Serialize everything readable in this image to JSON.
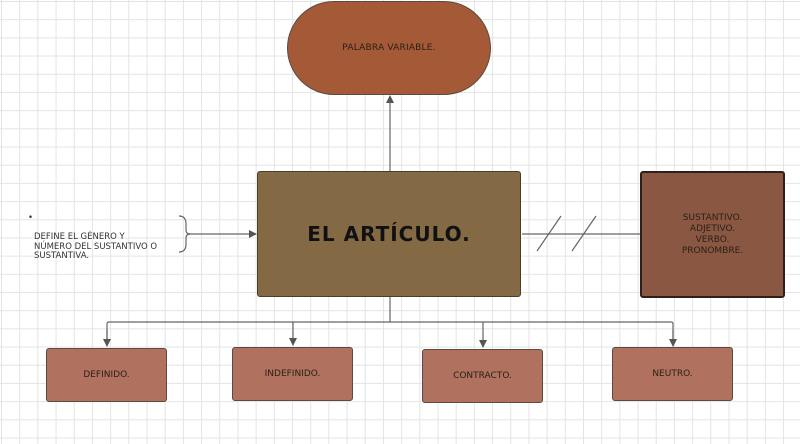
{
  "diagram": {
    "top": {
      "label": "PALABRA VARIABLE.",
      "color": "#a55a37"
    },
    "center": {
      "label": "EL ARTÍCULO.",
      "color": "#836944"
    },
    "note": {
      "bullet": "•",
      "text": "DEFINE EL GÉNERO Y\nNÚMERO DEL SUSTANTIVO O\nSUSTANTIVA."
    },
    "right": {
      "label": "SUSTANTIVO.\nADJETIVO.\nVERBO.\nPRONOMBRE.",
      "color": "#8a5842"
    },
    "children": [
      {
        "label": "DEFINIDO.",
        "color": "#b0725e"
      },
      {
        "label": "INDEFINIDO.",
        "color": "#b0725e"
      },
      {
        "label": "CONTRACTO.",
        "color": "#b0725e"
      },
      {
        "label": "NEUTRO.",
        "color": "#b0725e"
      }
    ]
  }
}
